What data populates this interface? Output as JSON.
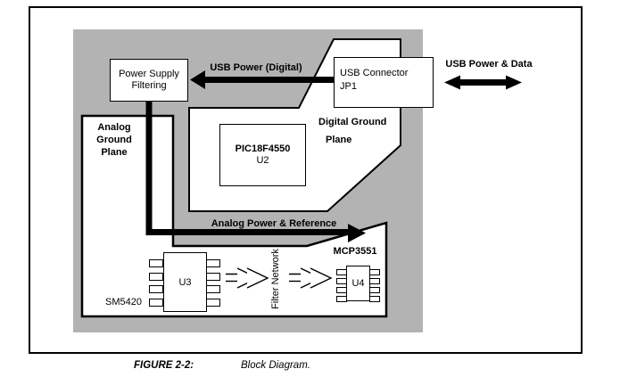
{
  "figure": {
    "caption_label": "FIGURE 2-2:",
    "caption_text": "Block Diagram."
  },
  "colors": {
    "plane_gray": "#b3b3b3",
    "ink": "#000000"
  },
  "blocks": {
    "power_supply_filtering": {
      "label": "Power Supply\nFiltering"
    },
    "usb_connector": {
      "line1": "USB Connector",
      "line2": "JP1"
    },
    "pic": {
      "part": "PIC18F4550",
      "ref": "U2"
    },
    "u3": {
      "ref": "U3",
      "part": "SM5420"
    },
    "u4": {
      "ref": "U4",
      "part": "MCP3551"
    }
  },
  "labels": {
    "usb_power_digital": "USB Power (Digital)",
    "usb_power_data": "USB Power & Data",
    "digital_ground_line1": "Digital Ground",
    "digital_ground_line2": "Plane",
    "analog_ground": "Analog\nGround\nPlane",
    "analog_power_ref": "Analog Power & Reference",
    "filter_network": "Filter Network"
  }
}
